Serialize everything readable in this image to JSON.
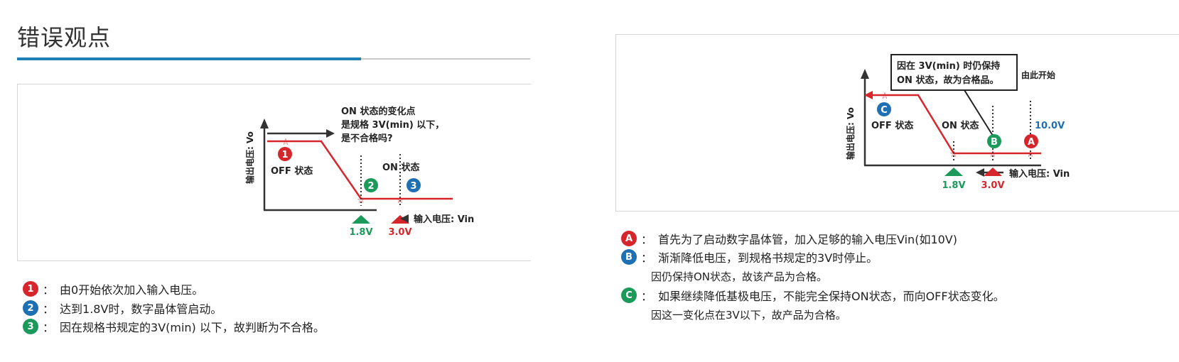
{
  "title": "错误观点",
  "colors": {
    "red": "#d7262b",
    "blue": "#1f6fb3",
    "green": "#1b9a5b",
    "curve": "#d7262b",
    "axis": "#333333",
    "accent": "#1f7fb7"
  },
  "left_diagram": {
    "y_axis_label": "输出电压: Vo",
    "x_axis_label": "输入电压: Vin",
    "question_line1": "ON 状态的变化点",
    "question_line2": "是规格 3V(min) 以下，",
    "question_line3": "是不合格吗?",
    "off_label": "OFF 状态",
    "on_label": "ON 状态",
    "marker_1": "1",
    "marker_2": "2",
    "marker_3": "3",
    "tick_1_8": "1.8V",
    "tick_3_0": "3.0V"
  },
  "right_diagram": {
    "y_axis_label": "输出电压: Vo",
    "x_axis_label": "输入电压: Vin",
    "box_line1": "因在 3V(min) 时仍保持",
    "box_line2": "ON 状态，故为合格品。",
    "start_label": "由此开始",
    "off_label": "OFF 状态",
    "on_label": "ON 状态",
    "v10_label": "10.0V",
    "marker_a": "A",
    "marker_b": "B",
    "marker_c": "C",
    "tick_1_8": "1.8V",
    "tick_3_0": "3.0V"
  },
  "left_notes": [
    {
      "badge": "1",
      "text": "由0开始依次加入输入电压。"
    },
    {
      "badge": "2",
      "text": "达到1.8V时，数字晶体管启动。"
    },
    {
      "badge": "3",
      "text": "因在规格书规定的3V(min) 以下，故判断为不合格。"
    }
  ],
  "right_notes": [
    {
      "badge": "A",
      "text": "首先为了启动数字晶体管，加入足够的输入电压Vin(如10V)"
    },
    {
      "badge": "B",
      "text": "渐渐降低电压，到规格书规定的3V时停止。",
      "cont": "因仍保持ON状态，故该产品为合格。"
    },
    {
      "badge": "C",
      "text": "如果继续降低基极电压，不能完全保持ON状态，而向OFF状态变化。",
      "cont": "因这一变化点在3V以下，故产品为合格。"
    }
  ],
  "colon": "："
}
